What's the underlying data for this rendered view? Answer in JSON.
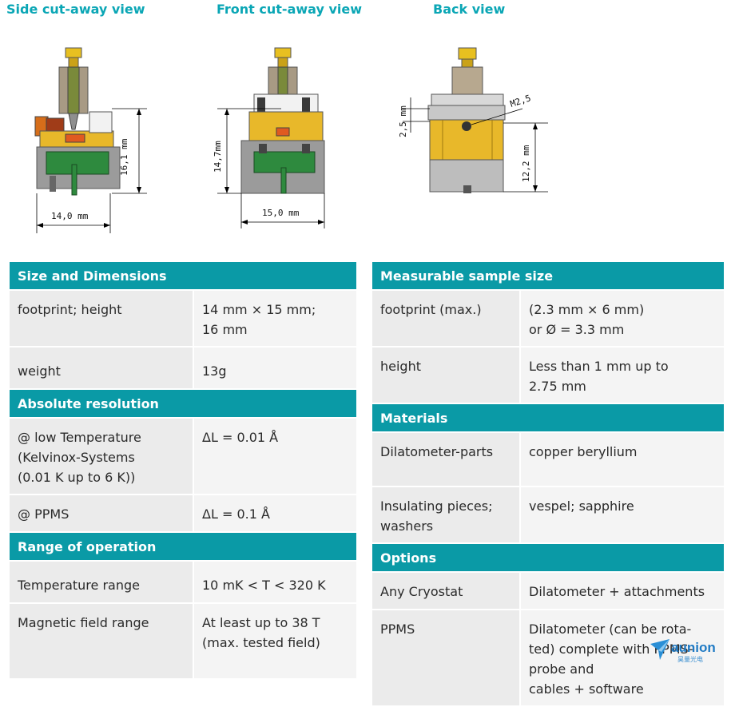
{
  "views": {
    "side": {
      "title": "Side cut-away view",
      "dim_height": "16,1 mm",
      "dim_width": "14,0 mm"
    },
    "front": {
      "title": "Front cut-away view",
      "dim_height": "14,7mm",
      "dim_width": "15,0 mm"
    },
    "back": {
      "title": "Back view",
      "dim_thread": "M2,5",
      "dim_small": "2,5 mm",
      "dim_height": "12,2 mm"
    }
  },
  "left_table": {
    "sections": [
      {
        "header": "Size and Dimensions",
        "rows": [
          {
            "key": "footprint; height",
            "value_lines": [
              "14 mm × 15 mm;",
              "16 mm"
            ]
          },
          {
            "key": "weight",
            "value_lines": [
              "13g"
            ]
          }
        ]
      },
      {
        "header": "Absolute resolution",
        "rows": [
          {
            "key_lines": [
              "@ low Temperature",
              "(Kelvinox-Systems",
              "(0.01 K up to 6 K))"
            ],
            "value_lines": [
              "ΔL = 0.01 Å"
            ]
          },
          {
            "key": "@ PPMS",
            "value_lines": [
              "ΔL = 0.1 Å"
            ]
          }
        ]
      },
      {
        "header": "Range of operation",
        "rows": [
          {
            "key": "Temperature range",
            "value_lines": [
              "10 mK < T < 320 K"
            ]
          },
          {
            "key": "Magnetic field range",
            "value_lines": [
              "At least up to 38 T",
              "(max. tested field)"
            ]
          }
        ]
      }
    ]
  },
  "right_table": {
    "sections": [
      {
        "header": "Measurable sample size",
        "rows": [
          {
            "key": "footprint (max.)",
            "value_lines": [
              "(2.3 mm × 6 mm)",
              "or Ø = 3.3 mm"
            ]
          },
          {
            "key": "height",
            "value_lines": [
              "Less than 1 mm up to",
              "2.75 mm"
            ]
          }
        ]
      },
      {
        "header": "Materials",
        "rows": [
          {
            "key": "Dilatometer-parts",
            "value_lines": [
              "copper beryllium"
            ]
          },
          {
            "key_lines": [
              "Insulating pieces;",
              "washers"
            ],
            "value_lines": [
              "vespel; sapphire"
            ]
          }
        ]
      },
      {
        "header": "Options",
        "rows": [
          {
            "key": "Any Cryostat",
            "value_lines": [
              "Dilatometer + attachments"
            ]
          },
          {
            "key": "PPMS",
            "value_lines": [
              "Dilatometer (can be rota-",
              "ted) complete with PPMS-",
              "probe and",
              "cables + software"
            ]
          }
        ]
      }
    ]
  },
  "logo": {
    "name": "aunion",
    "subtitle": "昊量光电"
  },
  "colors": {
    "accent": "#0aa6b5",
    "header_bg": "#0a9aa6",
    "row_bg": "#ebebeb",
    "gold": "#e8b82a"
  }
}
